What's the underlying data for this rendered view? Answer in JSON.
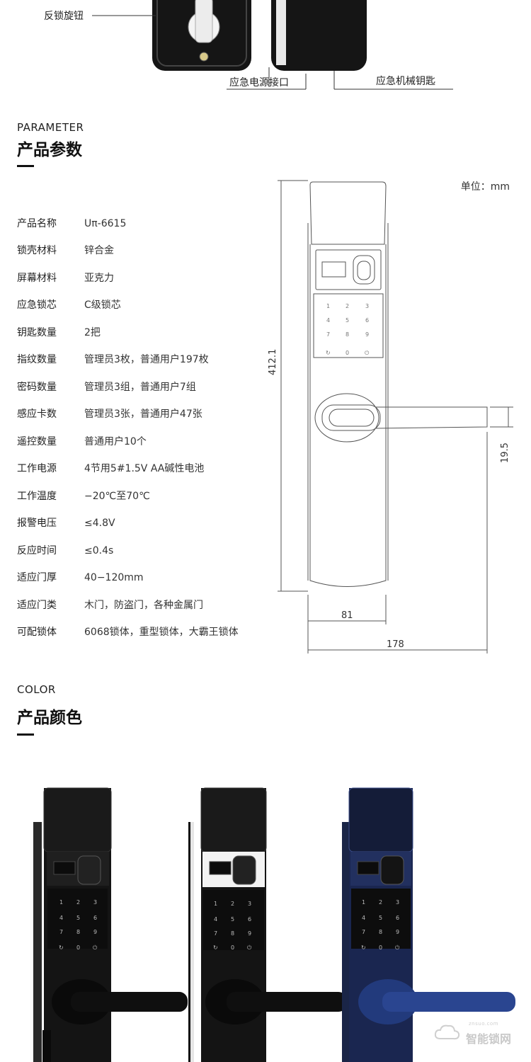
{
  "top_callouts": {
    "reverse_lock_knob": "反锁旋钮",
    "emergency_power": "应急电源接口",
    "emergency_key": "应急机械钥匙"
  },
  "parameter_section": {
    "title_en": "PARAMETER",
    "title_cn": "产品参数",
    "unit": "单位：mm",
    "rows": [
      {
        "label": "产品名称",
        "value": "Uπ-6615"
      },
      {
        "label": "锁壳材料",
        "value": "锌合金"
      },
      {
        "label": "屏幕材料",
        "value": "亚克力"
      },
      {
        "label": "应急锁芯",
        "value": "C级锁芯"
      },
      {
        "label": "钥匙数量",
        "value": "2把"
      },
      {
        "label": "指纹数量",
        "value": "管理员3枚，普通用户197枚"
      },
      {
        "label": "密码数量",
        "value": "管理员3组，普通用户7组"
      },
      {
        "label": "感应卡数",
        "value": "管理员3张，普通用户47张"
      },
      {
        "label": "遥控数量",
        "value": "普通用户10个"
      },
      {
        "label": "工作电源",
        "value": "4节用5#1.5V AA碱性电池"
      },
      {
        "label": "工作温度",
        "value": "−20℃至70℃"
      },
      {
        "label": "报警电压",
        "value": "≤4.8V"
      },
      {
        "label": "反应时间",
        "value": "≤0.4s"
      },
      {
        "label": "适应门厚",
        "value": "40−120mm"
      },
      {
        "label": "适应门类",
        "value": "木门，防盗门，各种金属门"
      },
      {
        "label": "可配锁体",
        "value": "6068锁体，重型锁体，大霸王锁体"
      }
    ],
    "dimensions": {
      "height": "412.1",
      "handle": "19.5",
      "width": "81",
      "total_width": "178"
    }
  },
  "keypad": {
    "keys": [
      "1",
      "2",
      "3",
      "4",
      "5",
      "6",
      "7",
      "8",
      "9",
      "↻",
      "0",
      "⏻"
    ]
  },
  "color_section": {
    "title_en": "COLOR",
    "title_cn": "产品颜色",
    "variants": [
      {
        "color": "#121212",
        "accent": "#1e1e1e"
      },
      {
        "color": "#121212",
        "accent": "#ffffff"
      },
      {
        "color": "#1f2f5c",
        "accent": "#2b3f78"
      }
    ]
  },
  "watermark": {
    "text": "智能锁网",
    "small": "znsuo.com"
  }
}
